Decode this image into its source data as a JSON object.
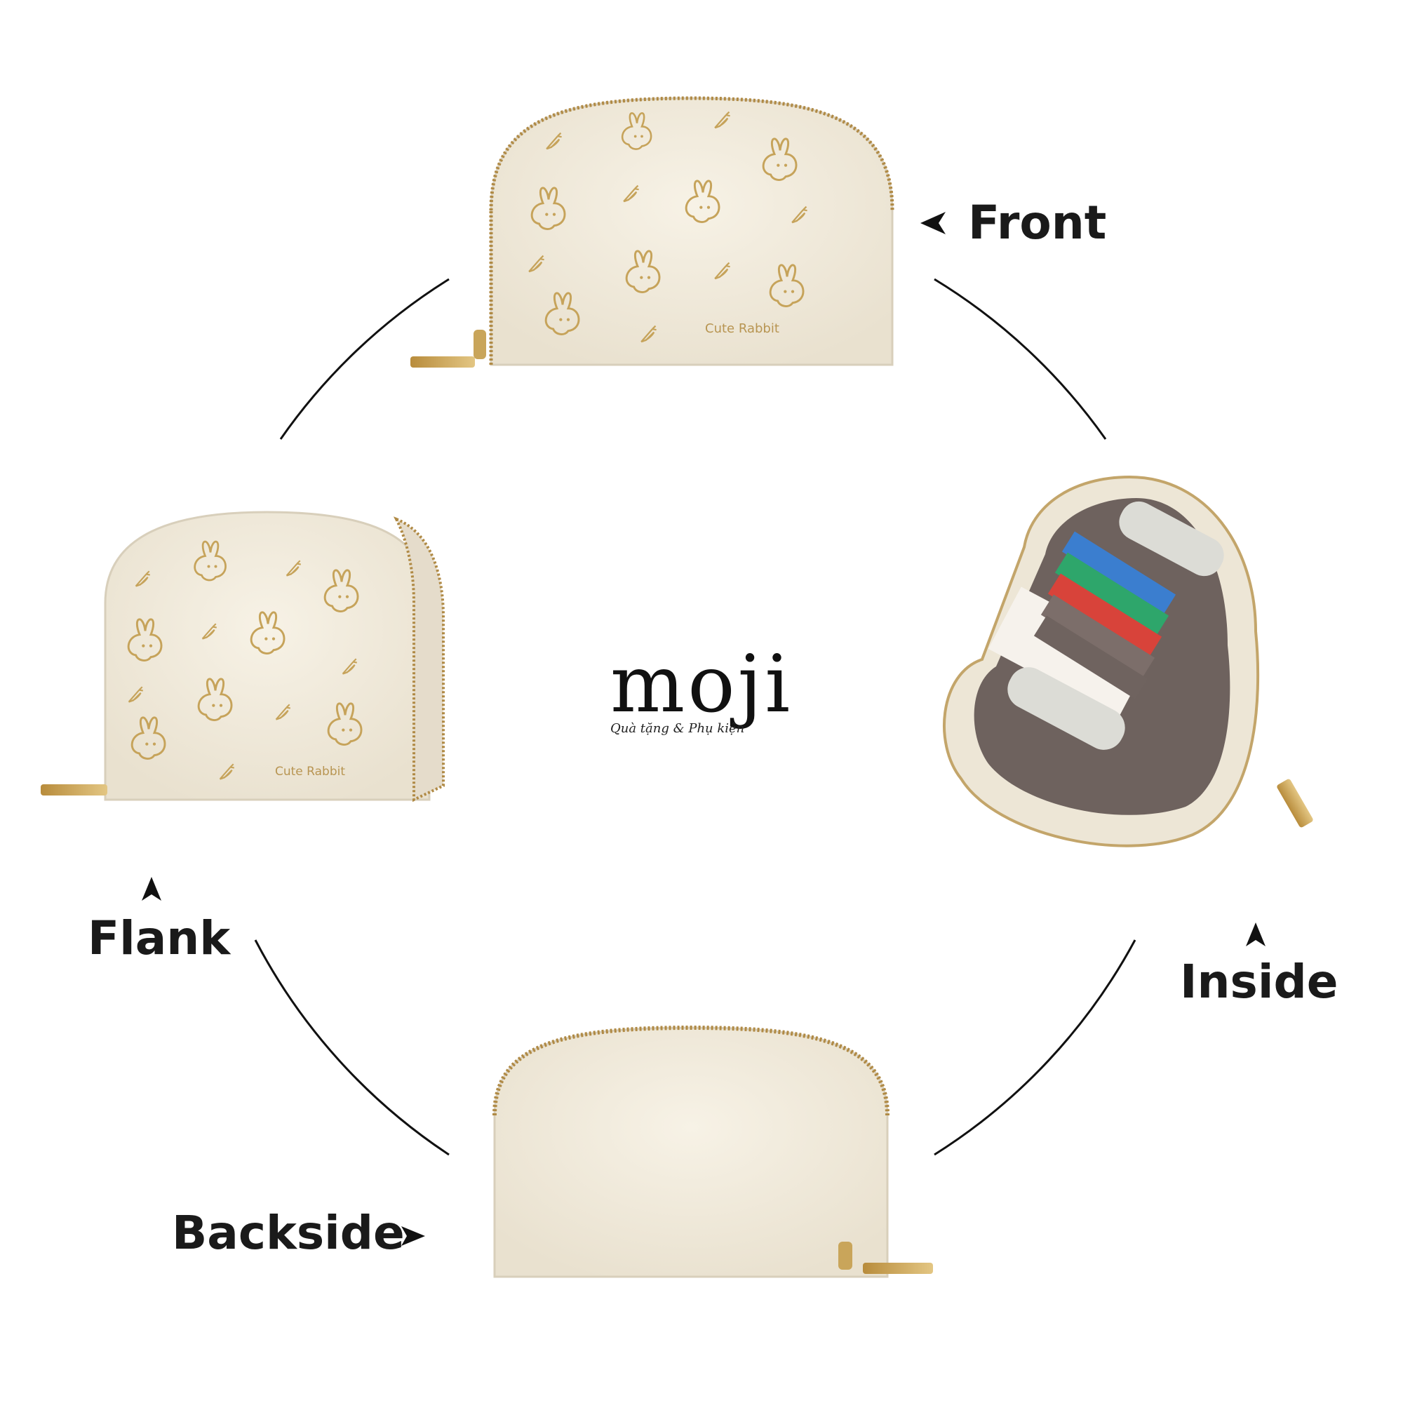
{
  "logo": {
    "word": "moji",
    "tagline": "Quà tặng & Phụ kiện"
  },
  "views": {
    "front": "Front",
    "inside": "Inside",
    "backside": "Backside",
    "flank": "Flank"
  },
  "wallet_text": "Cute Rabbit",
  "colors": {
    "background": "#ffffff",
    "leather": "#f2ecdd",
    "gold": "#c6a35a",
    "interior": "#6e625e",
    "label": "#1a1a1a"
  }
}
